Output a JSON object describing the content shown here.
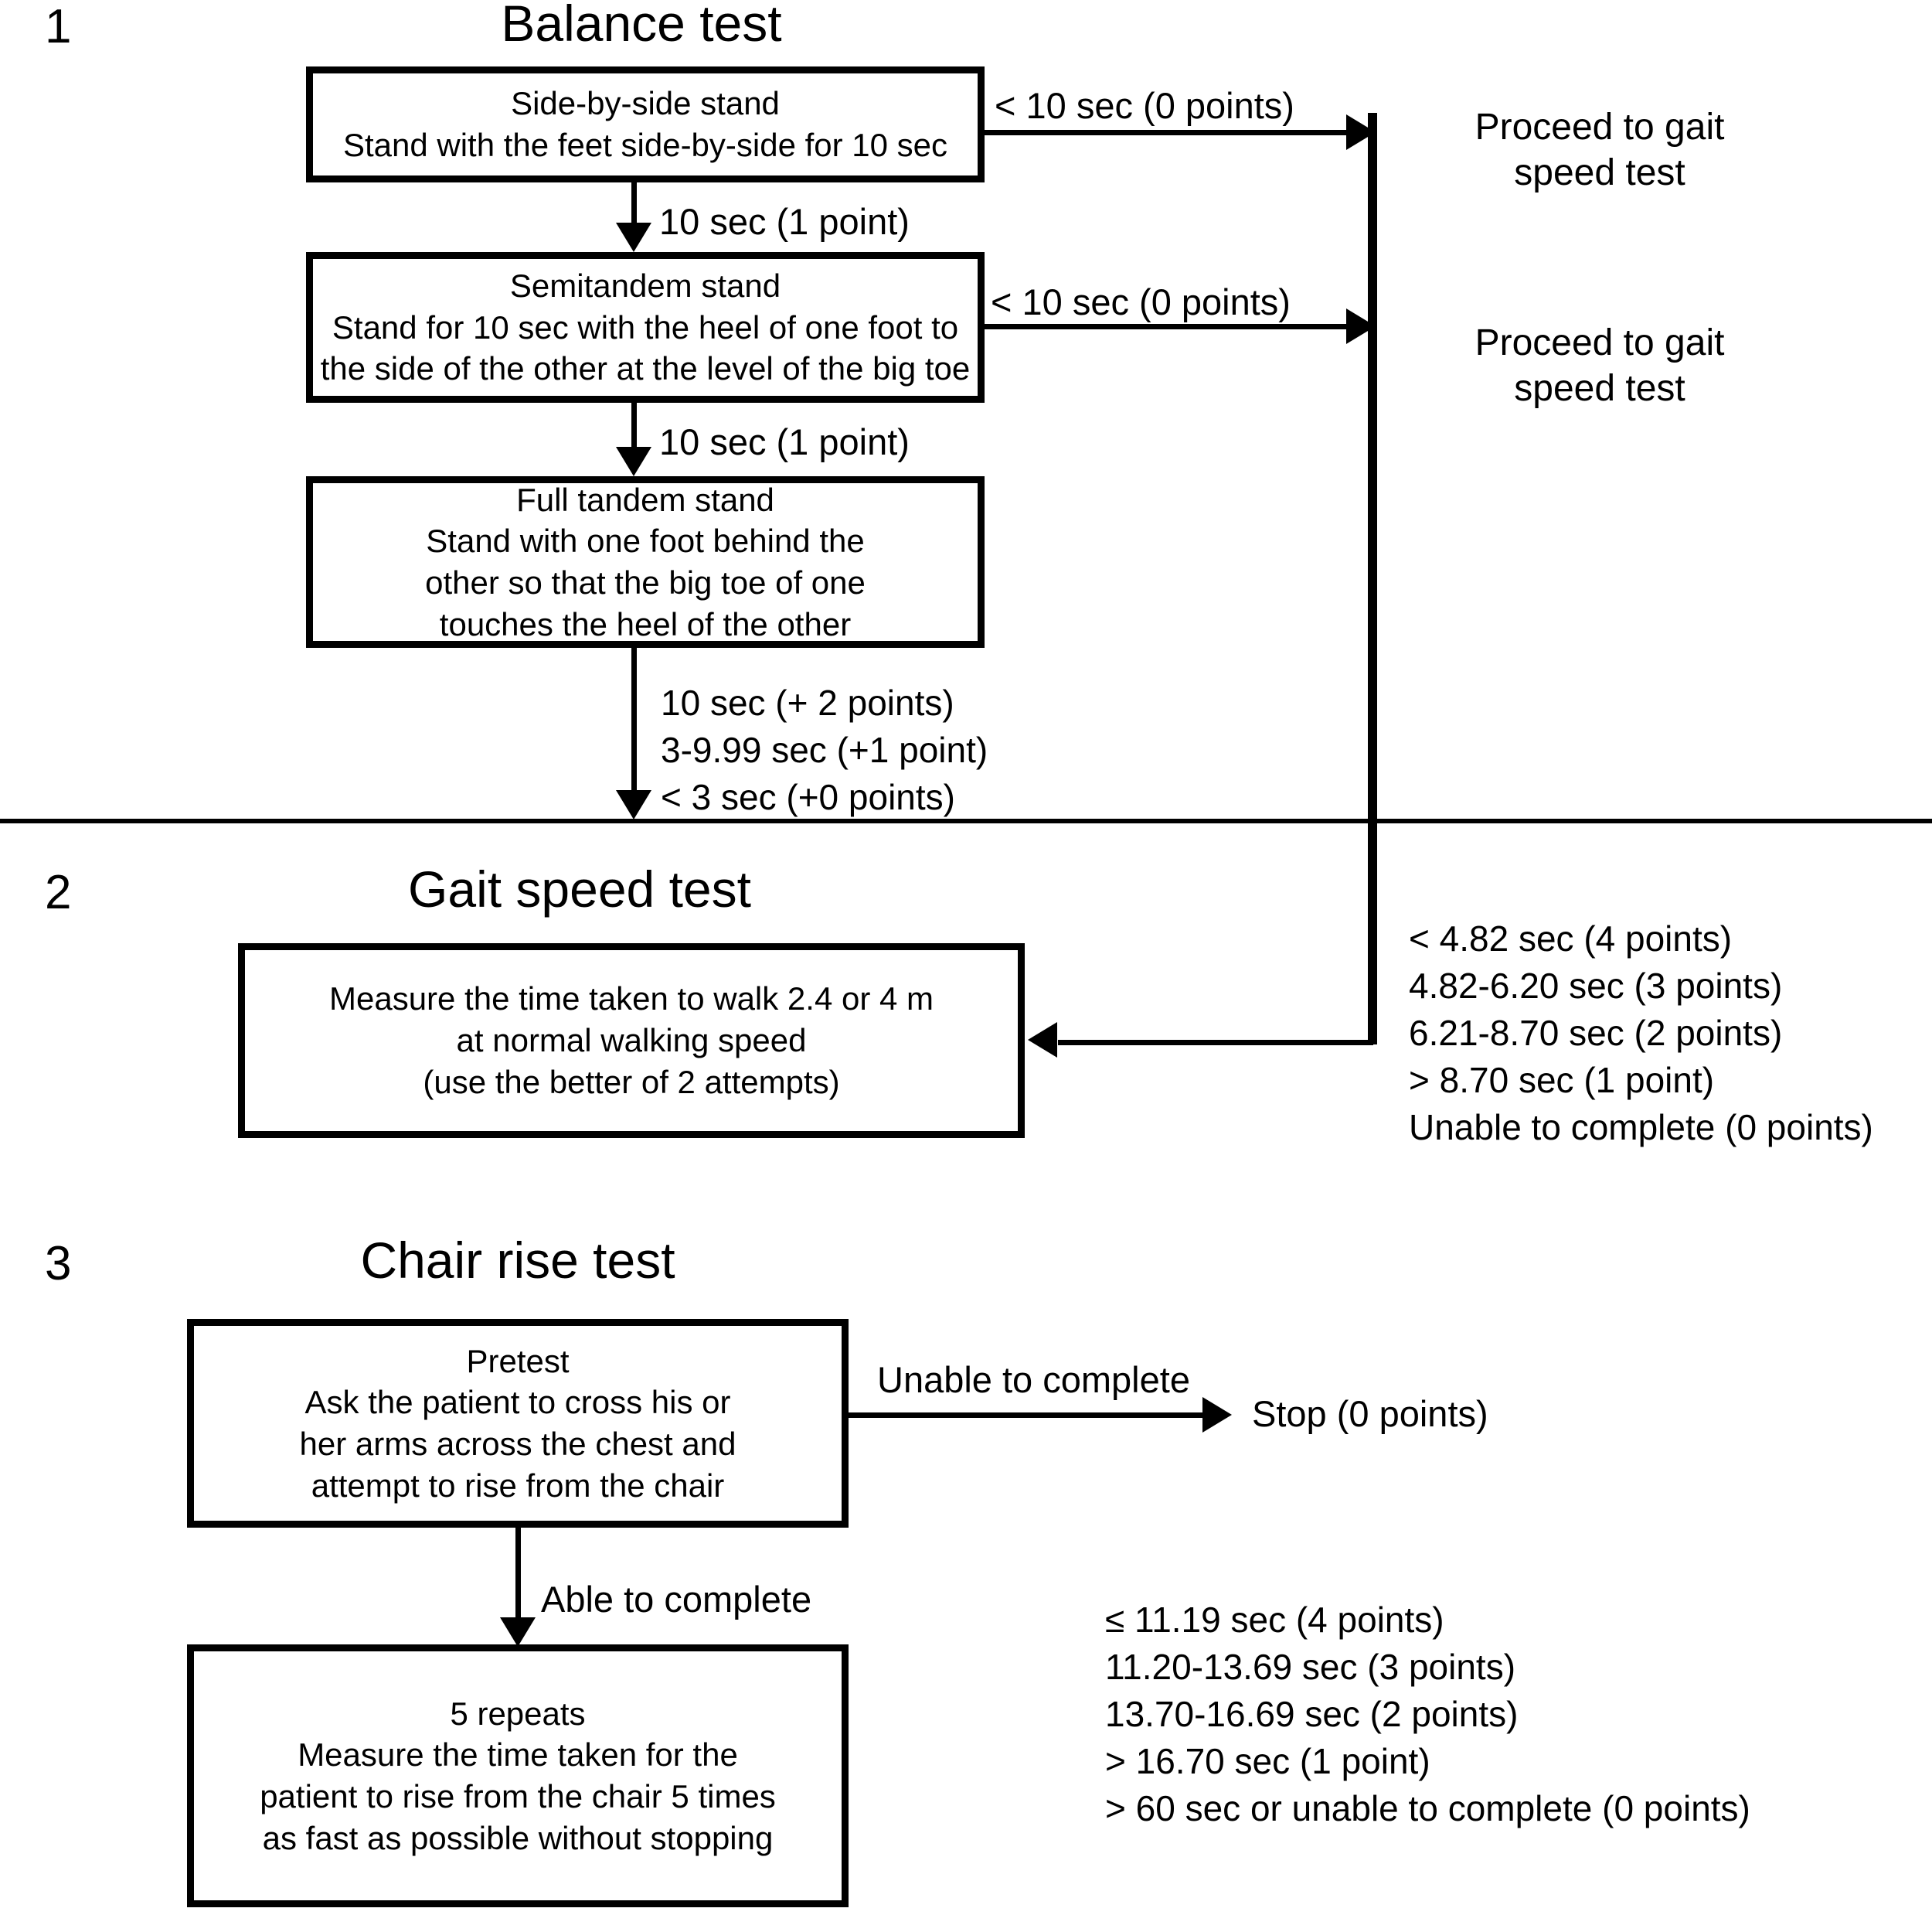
{
  "figure": {
    "type": "flowchart",
    "sections": [
      {
        "number": "1",
        "title": "Balance test",
        "boxes": [
          {
            "id": "side-by-side-stand",
            "lines": [
              "Side-by-side stand",
              "Stand with the feet side-by-side for 10 sec"
            ]
          },
          {
            "id": "semitandem-stand",
            "lines": [
              "Semitandem stand",
              "Stand for 10 sec with the heel of one foot to",
              "the side of the other at the level of the big toe"
            ]
          },
          {
            "id": "full-tandem-stand",
            "lines": [
              "Full tandem stand",
              "Stand with one foot behind the",
              "other so that the big toe of one",
              "touches the heel of the other"
            ]
          }
        ],
        "edge_labels": {
          "side_to_semitandem": "10 sec (1 point)",
          "side_fail": "< 10 sec (0 points)",
          "semitandem_to_fulltandem": "10 sec (1 point)",
          "semitandem_fail": "< 10 sec (0 points)",
          "fulltandem_scores": [
            "10 sec (+ 2 points)",
            "3-9.99 sec (+1 point)",
            "< 3 sec (+0 points)"
          ]
        },
        "side_labels": [
          {
            "id": "proceed-1",
            "lines": [
              "Proceed to gait",
              "speed test"
            ]
          },
          {
            "id": "proceed-2",
            "lines": [
              "Proceed to gait",
              "speed test"
            ]
          }
        ]
      },
      {
        "number": "2",
        "title": "Gait speed test",
        "boxes": [
          {
            "id": "gait-speed-measure",
            "lines": [
              "Measure the time taken to walk 2.4 or 4 m",
              "at normal walking speed",
              "(use the better of 2 attempts)"
            ]
          }
        ],
        "score_list": [
          "< 4.82 sec (4 points)",
          "4.82-6.20 sec (3 points)",
          "6.21-8.70 sec (2 points)",
          "> 8.70 sec (1 point)",
          "Unable to complete (0 points)"
        ]
      },
      {
        "number": "3",
        "title": "Chair rise test",
        "boxes": [
          {
            "id": "chair-rise-pretest",
            "lines": [
              "Pretest",
              "Ask the patient to cross his or",
              "her arms across the chest and",
              "attempt to rise from the chair"
            ]
          },
          {
            "id": "chair-rise-five-repeats",
            "lines": [
              "5 repeats",
              "Measure the time taken for the",
              "patient to rise from the chair 5 times",
              "as fast as possible without stopping"
            ]
          }
        ],
        "edge_labels": {
          "pretest_fail": "Unable to complete",
          "pretest_fail_result": "Stop (0 points)",
          "pretest_pass": "Able to complete"
        },
        "score_list": [
          "≤ 11.19 sec (4 points)",
          "11.20-13.69 sec (3 points)",
          "13.70-16.69 sec (2 points)",
          "> 16.70 sec (1 point)",
          "> 60 sec or unable to complete (0 points)"
        ]
      }
    ]
  },
  "colors": {
    "ink": "#000000",
    "paper": "#ffffff"
  }
}
